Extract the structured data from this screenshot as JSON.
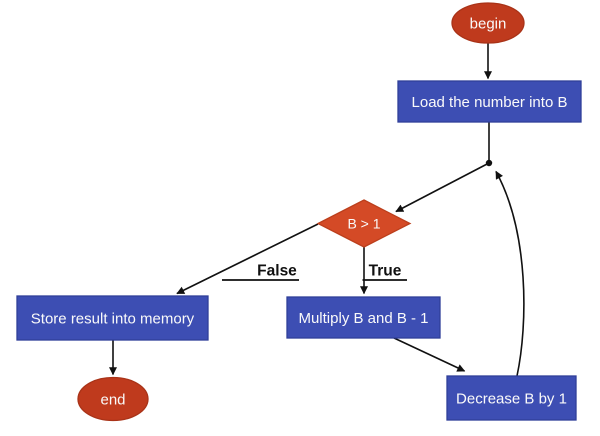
{
  "diagram": {
    "description": "Flowchart of a factorial-style loop program",
    "colors": {
      "background": "#ffffff",
      "terminal_fill": "#bf3a1d",
      "terminal_stroke": "#a93318",
      "process_fill": "#3d4eb3",
      "process_stroke": "#2f3f99",
      "decision_fill": "#d44a26",
      "decision_stroke": "#bc3f1c",
      "node_text": "#fafafa",
      "edge_line": "#111111",
      "edge_label_text": "#111111"
    },
    "nodes": {
      "begin": {
        "label": "begin"
      },
      "load": {
        "label": "Load the number into B"
      },
      "decision": {
        "label": "B > 1"
      },
      "store": {
        "label": "Store result into memory"
      },
      "end": {
        "label": "end"
      },
      "multiply": {
        "label": "Multiply B and B - 1"
      },
      "decrease": {
        "label": "Decrease B by 1"
      }
    },
    "edge_labels": {
      "false_branch": "False",
      "true_branch": "True"
    }
  }
}
